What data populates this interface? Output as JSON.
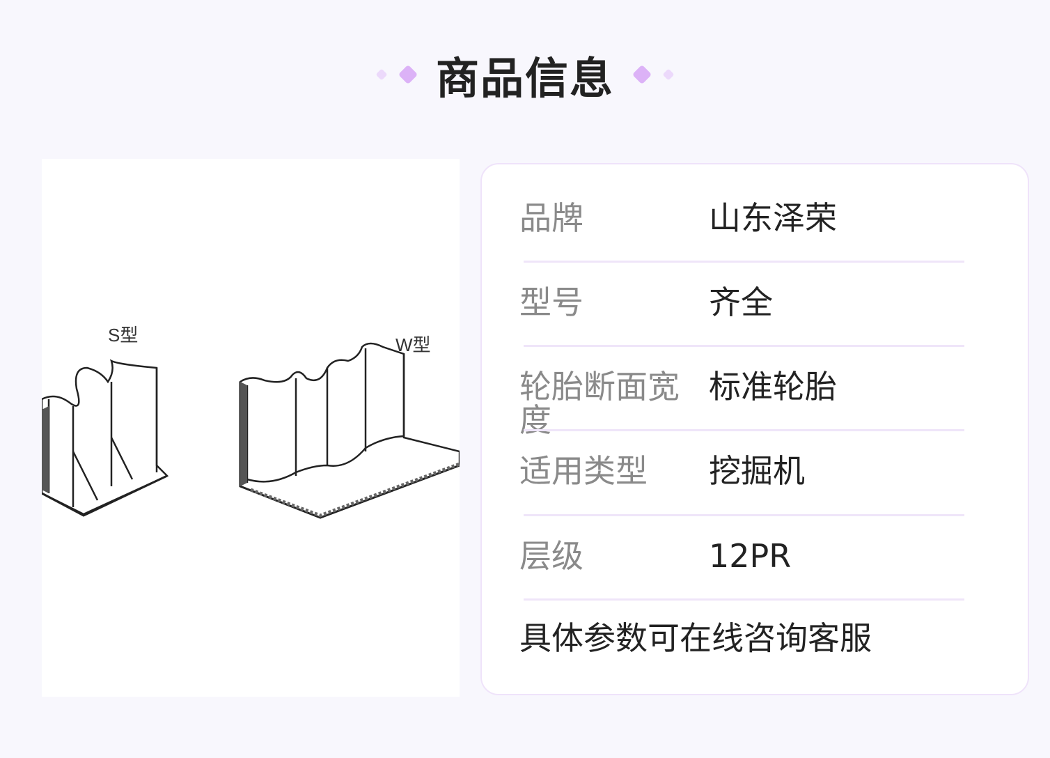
{
  "header": {
    "title": "商品信息"
  },
  "image": {
    "label_s": "S型",
    "label_w": "W型"
  },
  "specs": [
    {
      "label": "品牌",
      "value": "山东泽荣"
    },
    {
      "label": "型号",
      "value": "齐全"
    },
    {
      "label": "轮胎断面宽度",
      "value": "标准轮胎"
    },
    {
      "label": "适用类型",
      "value": "挖掘机"
    },
    {
      "label": "层级",
      "value": "12PR"
    }
  ],
  "footer_note": "具体参数可在线咨询客服",
  "colors": {
    "accent": "#dcb2f7",
    "accent_light": "#ecd9fb",
    "border": "#efe3fa"
  }
}
